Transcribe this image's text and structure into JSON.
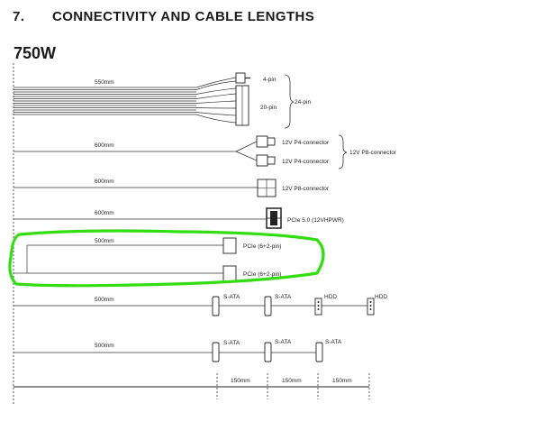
{
  "section": {
    "number": "7.",
    "title": "CONNECTIVITY AND CABLE LENGTHS"
  },
  "model": "750W",
  "cables": {
    "atx": {
      "length": "550mm",
      "pin_a": "4-pin",
      "pin_b": "20-pin",
      "total": "24-pin"
    },
    "p4": {
      "length": "600mm",
      "conn1": "12V P4-connector",
      "conn2": "12V P4-connector",
      "group": "12V P8-connector"
    },
    "p8": {
      "length": "600mm",
      "conn": "12V P8-connector"
    },
    "pcie5": {
      "length": "600mm",
      "conn": "PCIe 5.0 (12VHPWR)"
    },
    "pcie": {
      "length": "500mm",
      "conn1": "PCIe (6+2-pin)",
      "conn2": "PCIe (6+2-pin)"
    },
    "sata_hdd": {
      "length": "500mm",
      "conn1": "S-ATA",
      "conn2": "S-ATA",
      "conn3": "HDD",
      "conn4": "HDD"
    },
    "sata": {
      "length": "500mm",
      "conn1": "S-ATA",
      "conn2": "S-ATA",
      "conn3": "S-ATA"
    }
  },
  "spacing": {
    "seg1": "150mm",
    "seg2": "150mm",
    "seg3": "150mm"
  },
  "highlight_color": "#33dd11"
}
